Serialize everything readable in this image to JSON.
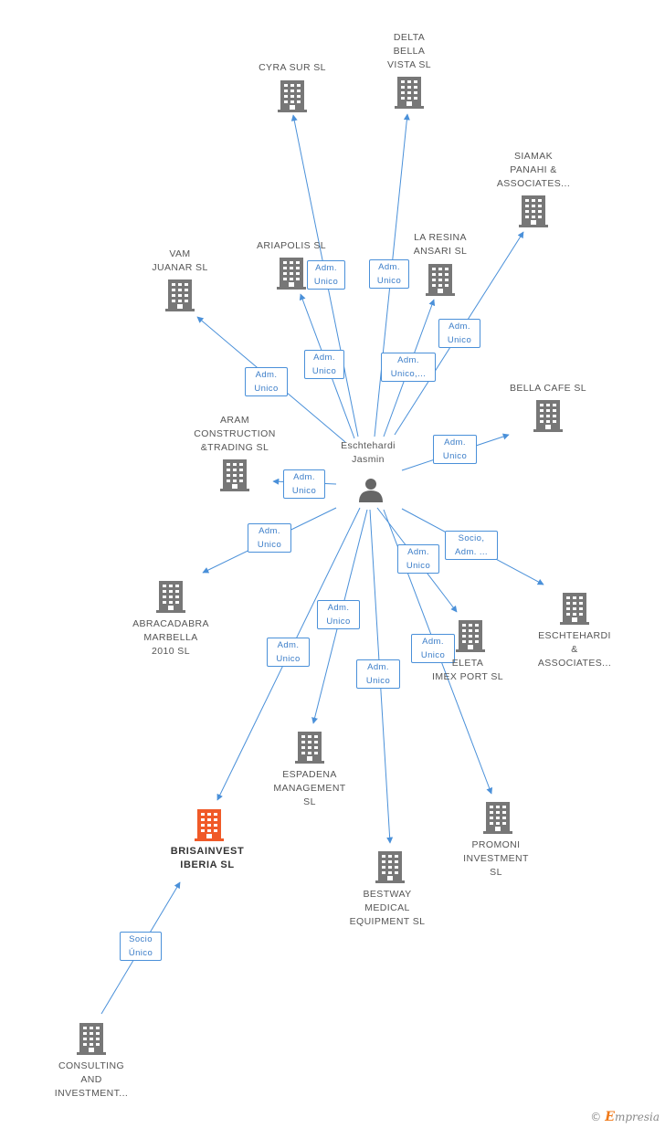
{
  "colors": {
    "company": "#777777",
    "focus_company": "#f05a28",
    "person": "#666666",
    "edge": "#4a90d9"
  },
  "person": {
    "name_lines": [
      "Eschtehardi",
      "Jasmin"
    ],
    "icon": "person-icon"
  },
  "companies": [
    {
      "id": "cyra",
      "lines": [
        "CYRA SUR SL"
      ],
      "icon": "building-icon"
    },
    {
      "id": "delta",
      "lines": [
        "DELTA",
        "BELLA",
        "VISTA  SL"
      ],
      "icon": "building-icon"
    },
    {
      "id": "siamak",
      "lines": [
        "SIAMAK",
        "PANAHI &",
        "ASSOCIATES..."
      ],
      "icon": "building-icon"
    },
    {
      "id": "ariapolis",
      "lines": [
        "ARIAPOLIS SL"
      ],
      "icon": "building-icon"
    },
    {
      "id": "laresina",
      "lines": [
        "LA RESINA",
        "ANSARI  SL"
      ],
      "icon": "building-icon"
    },
    {
      "id": "vam",
      "lines": [
        "VAM",
        "JUANAR  SL"
      ],
      "icon": "building-icon"
    },
    {
      "id": "bellacafe",
      "lines": [
        "BELLA CAFE SL"
      ],
      "icon": "building-icon"
    },
    {
      "id": "aram",
      "lines": [
        "ARAM",
        "CONSTRUCTION",
        "&TRADING  SL"
      ],
      "icon": "building-icon"
    },
    {
      "id": "abracadabra",
      "lines": [
        "ABRACADABRA",
        "MARBELLA",
        "2010 SL"
      ],
      "icon": "building-icon"
    },
    {
      "id": "eschtehardi",
      "lines": [
        "ESCHTEHARDI",
        "&",
        "ASSOCIATES..."
      ],
      "icon": "building-icon"
    },
    {
      "id": "eleta",
      "lines": [
        "ELETA",
        "IMEX PORT  SL"
      ],
      "icon": "building-icon"
    },
    {
      "id": "espadena",
      "lines": [
        "ESPADENA",
        "MANAGEMENT",
        "SL"
      ],
      "icon": "building-icon"
    },
    {
      "id": "brisainvest",
      "lines": [
        "BRISAINVEST",
        "IBERIA  SL"
      ],
      "icon": "building-icon",
      "focus": true
    },
    {
      "id": "promoni",
      "lines": [
        "PROMONI",
        "INVESTMENT",
        "SL"
      ],
      "icon": "building-icon"
    },
    {
      "id": "bestway",
      "lines": [
        "BESTWAY",
        "MEDICAL",
        "EQUIPMENT  SL"
      ],
      "icon": "building-icon"
    },
    {
      "id": "consulting",
      "lines": [
        "CONSULTING",
        "AND",
        "INVESTMENT..."
      ],
      "icon": "building-icon"
    }
  ],
  "edges": [
    {
      "target": "cyra",
      "lines": [
        "Adm.",
        "Unico"
      ]
    },
    {
      "target": "delta",
      "lines": [
        "Adm.",
        "Unico"
      ]
    },
    {
      "target": "ariapolis",
      "lines": [
        "Adm.",
        "Unico"
      ]
    },
    {
      "target": "siamak",
      "lines": [
        "Adm.",
        "Unico"
      ]
    },
    {
      "target": "laresina",
      "lines": [
        "Adm.",
        "Unico,..."
      ]
    },
    {
      "target": "vam",
      "lines": [
        "Adm.",
        "Unico"
      ]
    },
    {
      "target": "bellacafe",
      "lines": [
        "Adm.",
        "Unico"
      ]
    },
    {
      "target": "aram",
      "lines": [
        "Adm.",
        "Unico"
      ]
    },
    {
      "target": "abracadabra",
      "lines": [
        "Adm.",
        "Unico"
      ]
    },
    {
      "target": "eschtehardi",
      "lines": [
        "Socio,",
        "Adm. ..."
      ]
    },
    {
      "target": "eleta",
      "lines": [
        "Adm.",
        "Unico"
      ]
    },
    {
      "target": "espadena",
      "lines": [
        "Adm.",
        "Unico"
      ]
    },
    {
      "target": "brisainvest",
      "lines": [
        "Adm.",
        "Unico"
      ]
    },
    {
      "target": "promoni",
      "lines": [
        "Adm.",
        "Unico"
      ]
    },
    {
      "target": "bestway",
      "lines": [
        "Adm.",
        "Unico"
      ]
    },
    {
      "source": "consulting",
      "target": "brisainvest",
      "lines": [
        "Socio",
        "Único"
      ]
    }
  ],
  "footer": {
    "copyright_symbol": "©",
    "brand_initial": "E",
    "brand_rest": "mpresia"
  }
}
